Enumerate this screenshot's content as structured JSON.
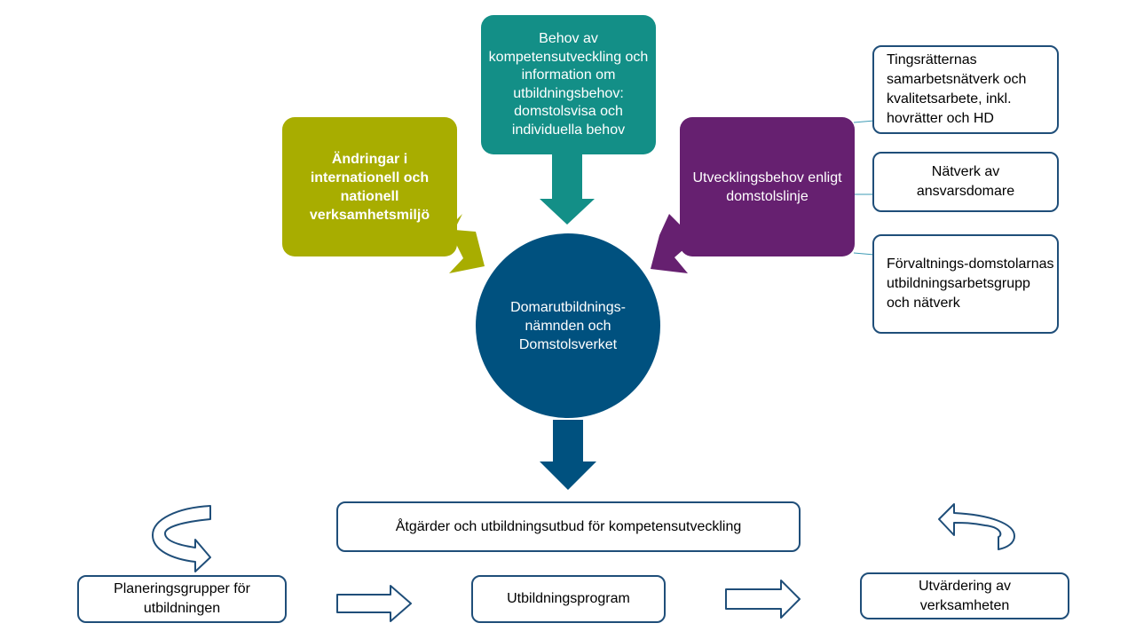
{
  "nodes": {
    "competence_needs": "Behov av kompetensutveckling och information om utbildningsbehov: domstolsvisa och individuella behov",
    "environment_changes": "Ändringar i internationell och nationell verksamhetsmiljö",
    "court_line_needs": "Utvecklingsbehov enligt domstolslinje",
    "center": "Domarutbildnings-nämnden och Domstolsverket",
    "measures": "Åtgärder och utbildningsutbud för kompetensutveckling",
    "planning_groups": "Planeringsgrupper för utbildningen",
    "program": "Utbildningsprogram",
    "evaluation": "Utvärdering av verksamheten"
  },
  "side_notes": {
    "district_courts": "Tingsrätternas samarbetsnätverk och kvalitetsarbete, inkl. hovrätter och HD",
    "responsible_judges": "Nätverk av ansvarsdomare",
    "administrative_courts": "Förvaltnings-domstolarnas utbildningsarbetsgrupp och nätverk"
  },
  "colors": {
    "teal": "#138f87",
    "olive": "#a8ad00",
    "purple": "#662070",
    "navy": "#00517f",
    "outline": "#1f4e79",
    "connector": "#3e9bb5"
  }
}
